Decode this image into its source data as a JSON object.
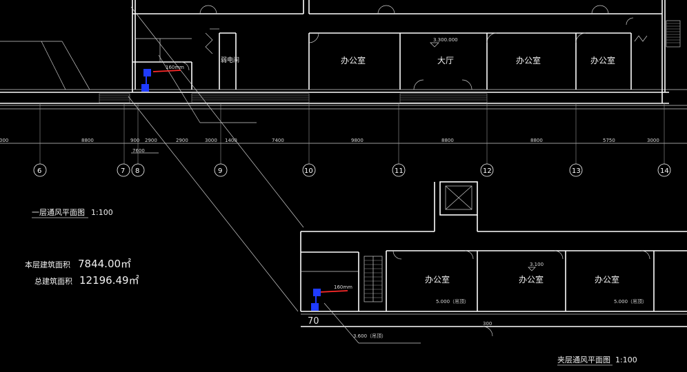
{
  "colors": {
    "background": "#000000",
    "lines": "#ffffff",
    "duct_red": "#ff2a2a",
    "equipment_blue": "#1f3bff"
  },
  "plan_upper": {
    "rooms": [
      "办公室",
      "大厅",
      "办公室",
      "办公室"
    ],
    "room_small": [
      "弱电间"
    ],
    "elevation_mark": "3.300.000",
    "dimensions": [
      "000",
      "8800",
      "900",
      "2900",
      "2900",
      "3000",
      "1400",
      "7400",
      "9800",
      "8800",
      "8800",
      "5750",
      "3000"
    ],
    "dimension_sub": "7600",
    "axes": [
      "6",
      "7",
      "8",
      "9",
      "10",
      "11",
      "12",
      "13",
      "14"
    ],
    "duct_label": "160mm",
    "title": "一层通风平面图",
    "scale": "1:100"
  },
  "plan_lower": {
    "rooms": [
      "办公室",
      "办公室",
      "办公室"
    ],
    "elevation_mark": "3.100",
    "elevation_notes": [
      "5.000（吊顶）",
      "5.000（吊顶）",
      "3.600（吊顶）"
    ],
    "duct_label": "160mm",
    "side_numbers": [
      "300",
      "70"
    ],
    "title": "夹层通风平面图",
    "scale": "1:100"
  },
  "area_summary": {
    "floor_label": "本层建筑面积",
    "floor_value": "7844.00㎡",
    "total_label": "总建筑面积",
    "total_value": "12196.49㎡"
  }
}
